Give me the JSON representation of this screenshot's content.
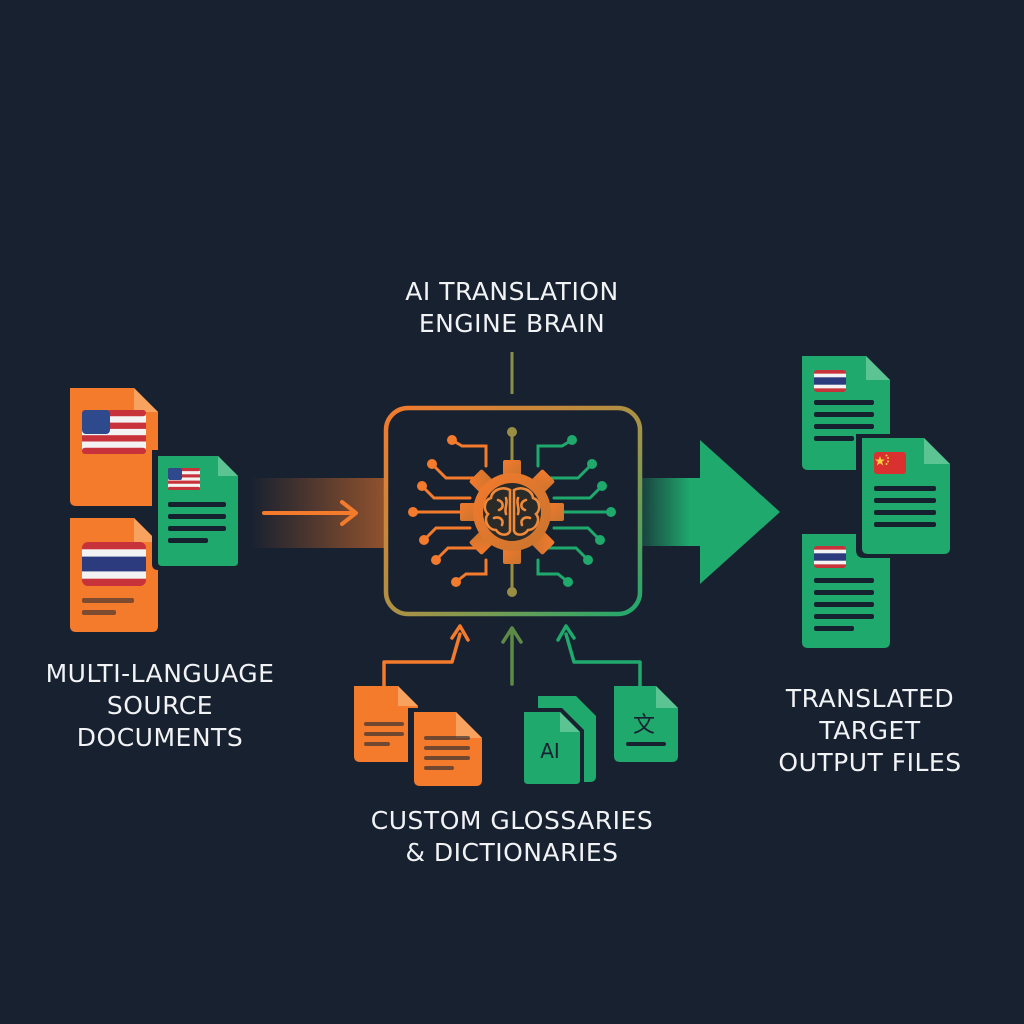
{
  "engine": {
    "title_line1": "AI TRANSLATION",
    "title_line2": "ENGINE BRAIN"
  },
  "source": {
    "label_line1": "MULTI-LANGUAGE",
    "label_line2": "SOURCE",
    "label_line3": "DOCUMENTS",
    "documents": [
      {
        "color": "orange",
        "flag": "us-flag"
      },
      {
        "color": "green",
        "flag": "us-flag"
      },
      {
        "color": "orange",
        "flag": "thailand-flag"
      }
    ]
  },
  "resources": {
    "label_line1": "CUSTOM GLOSSARIES",
    "label_line2": "& DICTIONARIES",
    "ai_doc_text": "AI",
    "dict_doc_glyph": "文"
  },
  "output": {
    "label_line1": "TRANSLATED",
    "label_line2": "TARGET",
    "label_line3": "OUTPUT FILES",
    "documents": [
      {
        "color": "green",
        "flag": "thailand-flag"
      },
      {
        "color": "green",
        "flag": "china-flag"
      },
      {
        "color": "green",
        "flag": "thailand-flag"
      }
    ]
  },
  "colors": {
    "background": "#182130",
    "orange": "#f47a2c",
    "green": "#1fa96d",
    "text": "#f1f3f5"
  }
}
